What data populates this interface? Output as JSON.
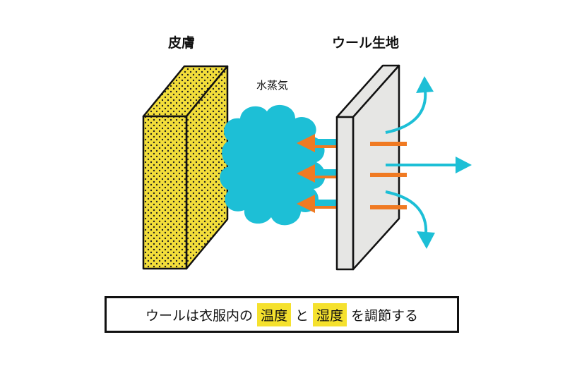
{
  "labels": {
    "skin": "皮膚",
    "wool": "ウール生地",
    "vapor": "水蒸気"
  },
  "caption": {
    "part1": "ウールは衣服内の",
    "highlight1": "温度",
    "part2": "と",
    "highlight2": "湿度",
    "part3": "を調節する"
  },
  "colors": {
    "skin_fill": "#f3de3a",
    "vapor": "#1dbfd6",
    "arrow_orange": "#f07a22",
    "wool_fill": "#e6e6e4",
    "highlight": "#f5e12e"
  }
}
